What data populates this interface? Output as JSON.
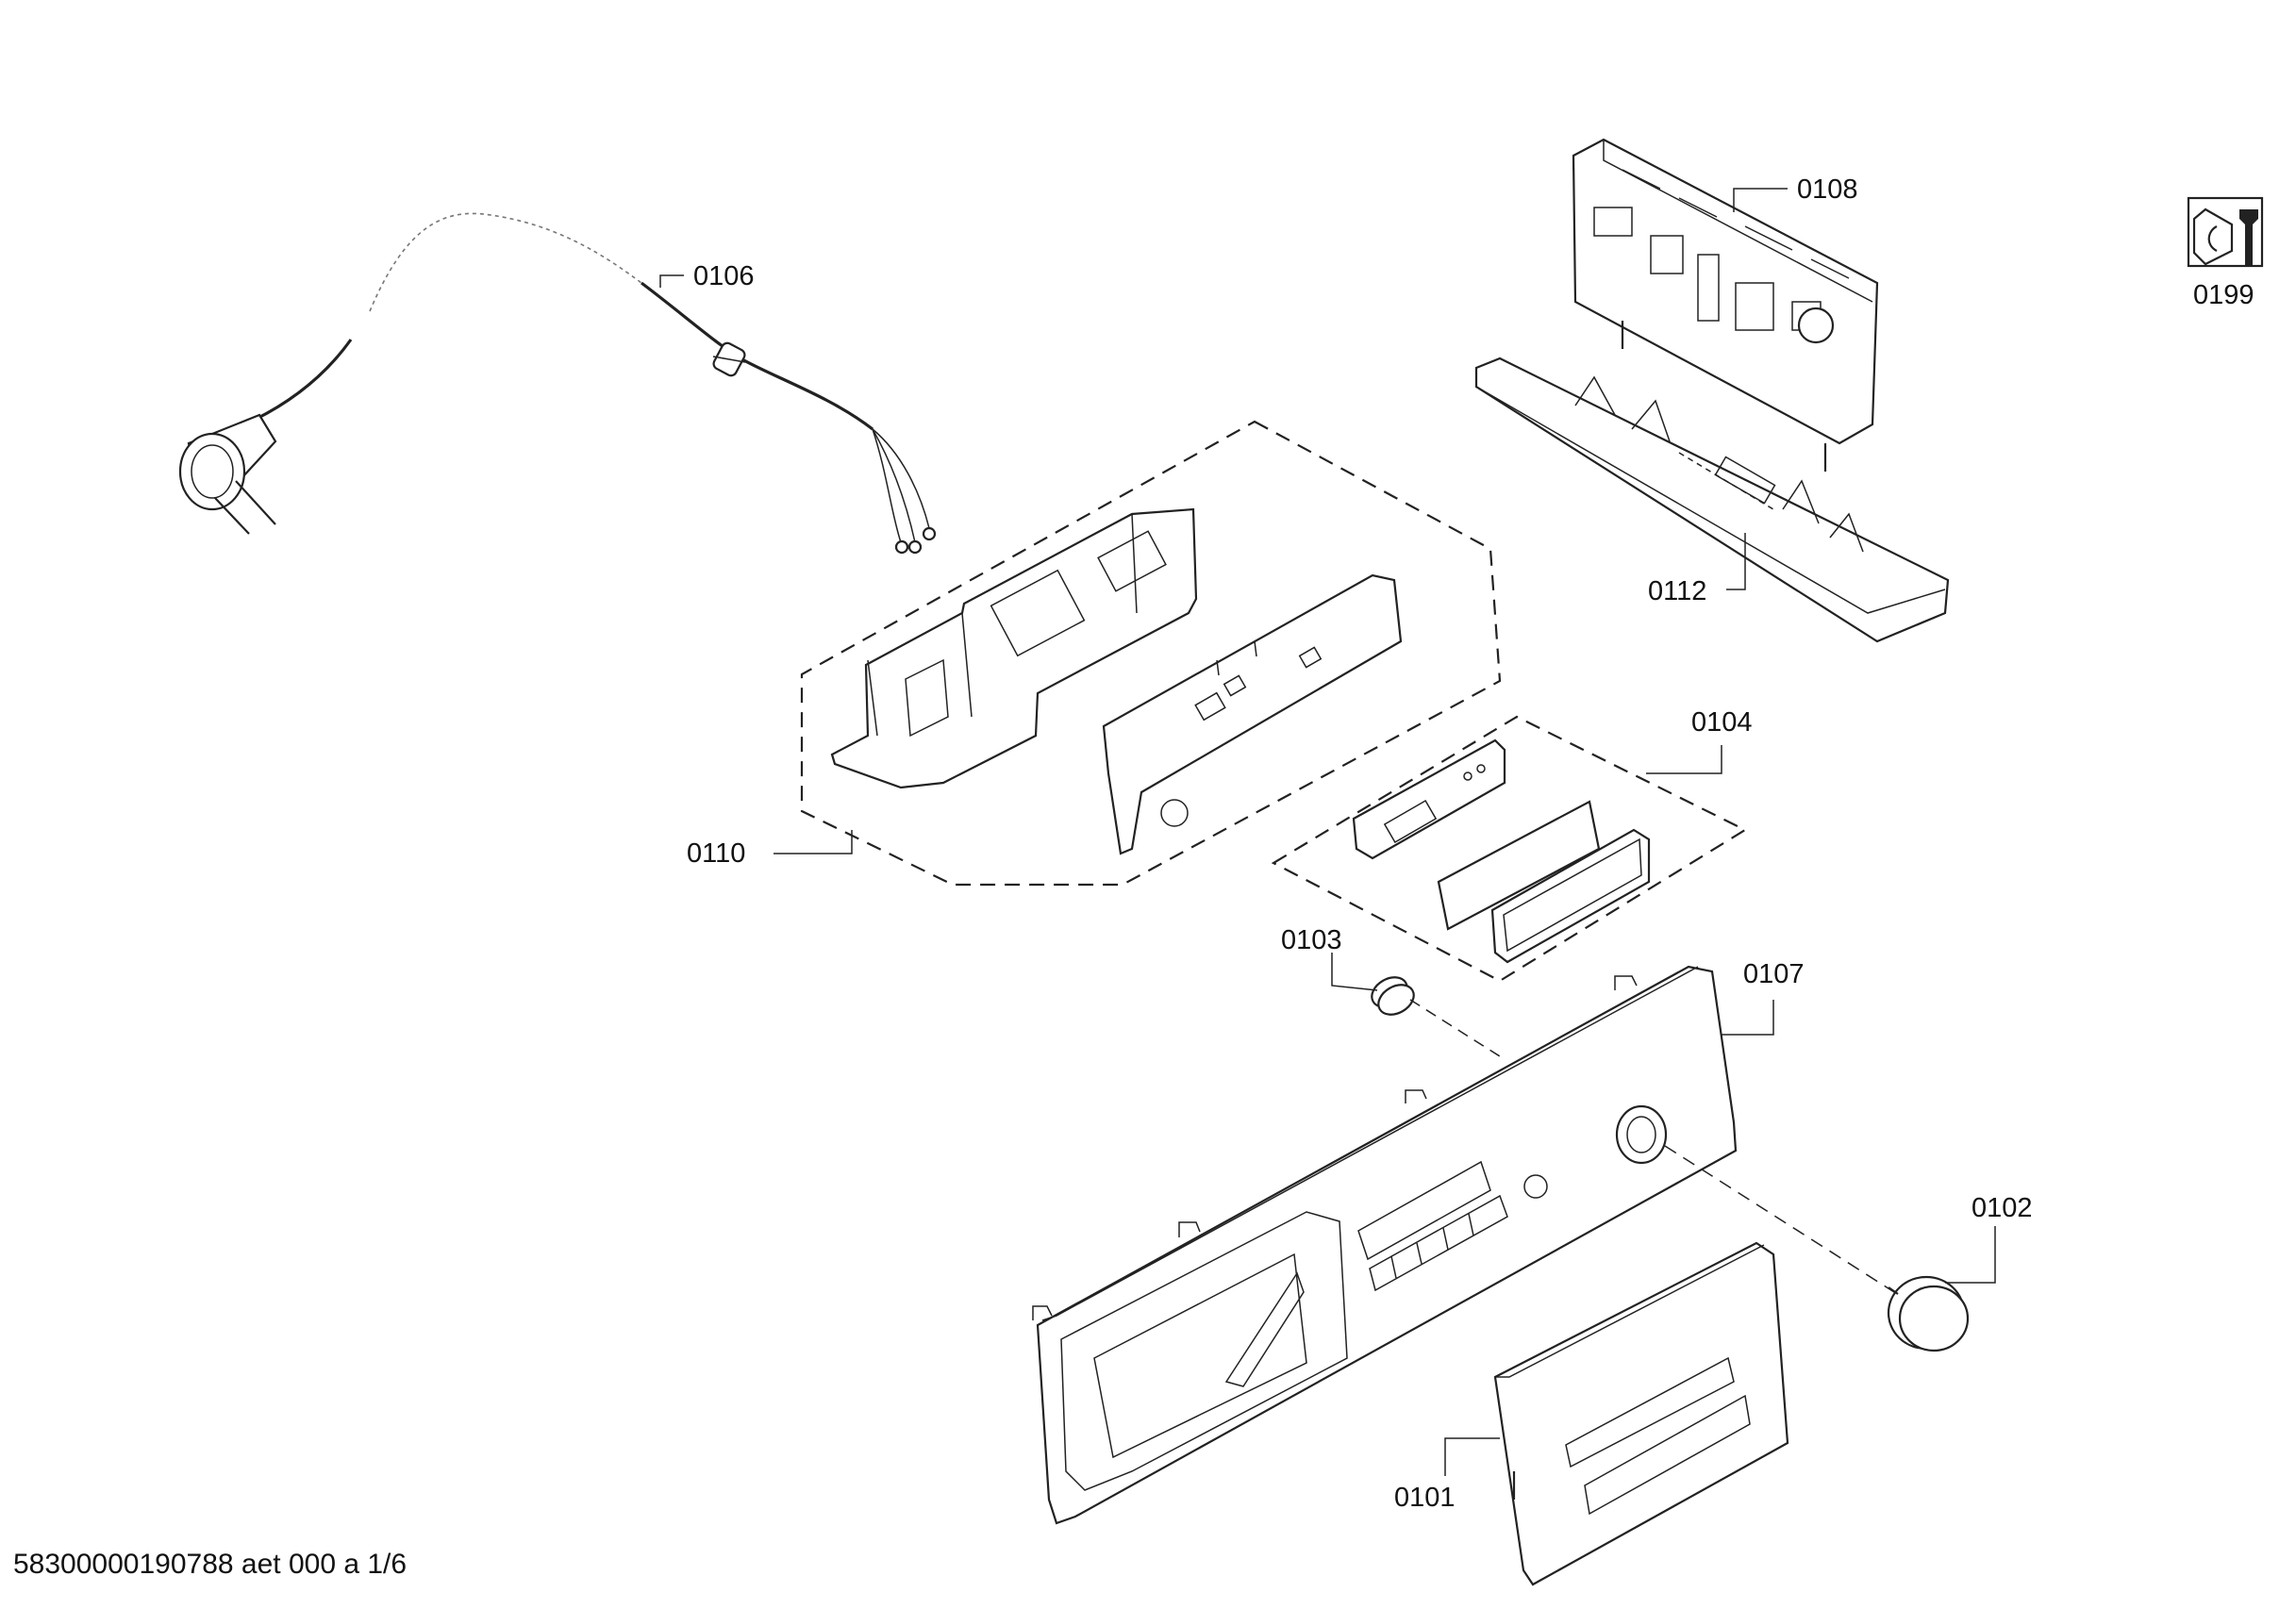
{
  "diagram": {
    "labels": {
      "l0106": "0106",
      "l0108": "0108",
      "l0112": "0112",
      "l0110": "0110",
      "l0104": "0104",
      "l0103": "0103",
      "l0107": "0107",
      "l0102": "0102",
      "l0101": "0101",
      "l0199": "0199"
    },
    "footer": "58300000190788 aet 000 a 1/6",
    "colors": {
      "line": "#222222",
      "background": "#ffffff",
      "panel": "#ffffff",
      "shade": "#d9d9d9"
    }
  }
}
